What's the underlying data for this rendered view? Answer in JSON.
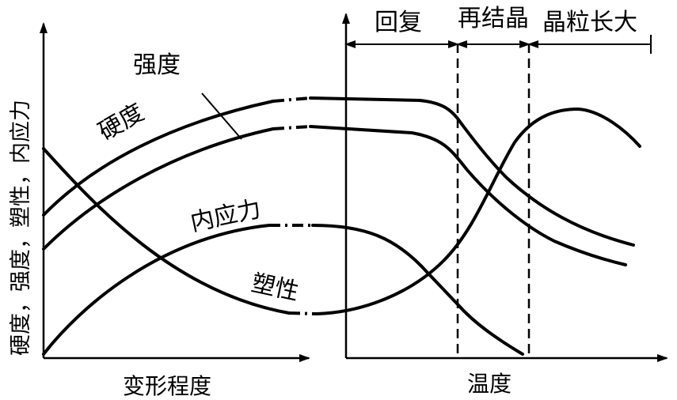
{
  "left_panel": {
    "x_axis_label": "变形程度",
    "y_axis_label": "硬度，强度，塑性，内应力",
    "curve_labels": {
      "strength": "强度",
      "hardness": "硬度",
      "internal_stress": "内应力",
      "plasticity": "塑性"
    }
  },
  "right_panel": {
    "x_axis_label": "温度",
    "stages": [
      "回复",
      "再结晶",
      "晶粒长大"
    ]
  }
}
